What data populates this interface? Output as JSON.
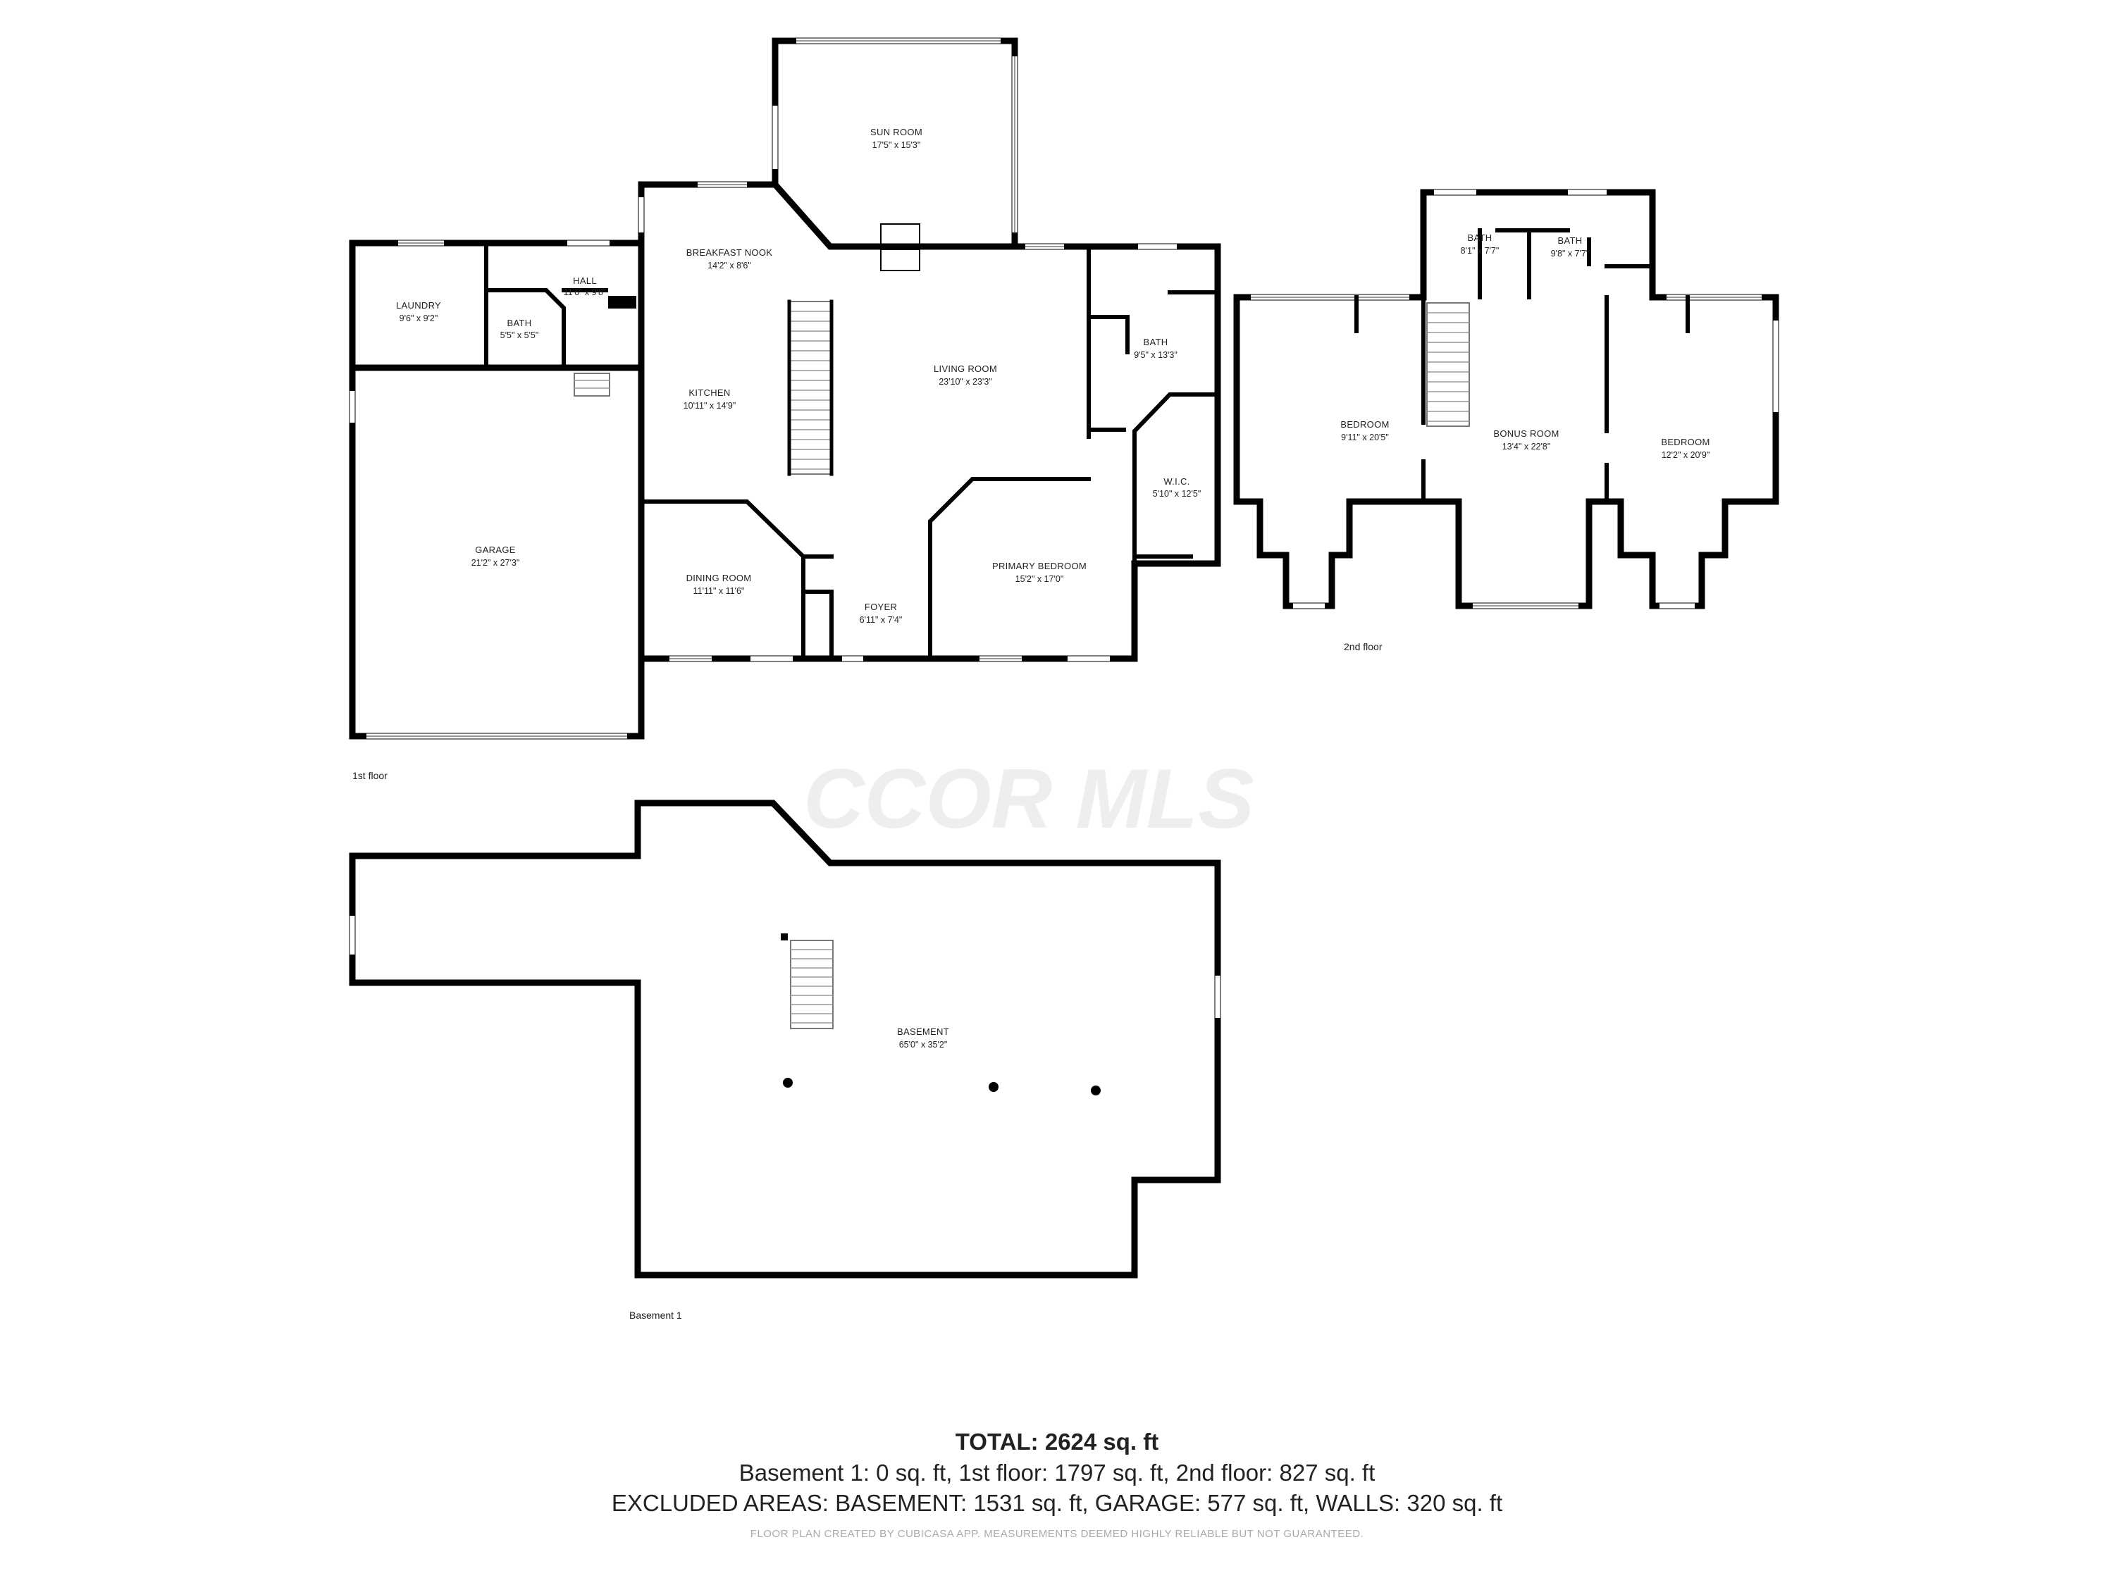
{
  "watermark": "CCOR MLS",
  "floors": {
    "first": {
      "label": "1st floor",
      "rooms": {
        "sun_room": {
          "name": "SUN ROOM",
          "dim": "17'5\" x 15'3\""
        },
        "breakfast_nook": {
          "name": "BREAKFAST NOOK",
          "dim": "14'2\" x 8'6\""
        },
        "hall": {
          "name": "HALL",
          "dim": "11'6\" x 9'8\""
        },
        "laundry": {
          "name": "LAUNDRY",
          "dim": "9'6\" x 9'2\""
        },
        "bath_small": {
          "name": "BATH",
          "dim": "5'5\" x 5'5\""
        },
        "kitchen": {
          "name": "KITCHEN",
          "dim": "10'11\" x 14'9\""
        },
        "living_room": {
          "name": "LIVING ROOM",
          "dim": "23'10\" x 23'3\""
        },
        "bath_primary": {
          "name": "BATH",
          "dim": "9'5\" x 13'3\""
        },
        "wic": {
          "name": "W.I.C.",
          "dim": "5'10\" x 12'5\""
        },
        "garage": {
          "name": "GARAGE",
          "dim": "21'2\" x 27'3\""
        },
        "dining_room": {
          "name": "DINING ROOM",
          "dim": "11'11\" x 11'6\""
        },
        "foyer": {
          "name": "FOYER",
          "dim": "6'11\" x 7'4\""
        },
        "primary_bedroom": {
          "name": "PRIMARY BEDROOM",
          "dim": "15'2\" x 17'0\""
        }
      }
    },
    "second": {
      "label": "2nd floor",
      "rooms": {
        "bath_left": {
          "name": "BATH",
          "dim": "8'1\" x 7'7\""
        },
        "bath_right": {
          "name": "BATH",
          "dim": "9'8\" x 7'7\""
        },
        "bedroom_left": {
          "name": "BEDROOM",
          "dim": "9'11\" x 20'5\""
        },
        "bonus_room": {
          "name": "BONUS ROOM",
          "dim": "13'4\" x 22'8\""
        },
        "bedroom_right": {
          "name": "BEDROOM",
          "dim": "12'2\" x 20'9\""
        }
      }
    },
    "basement": {
      "label": "Basement 1",
      "rooms": {
        "basement": {
          "name": "BASEMENT",
          "dim": "65'0\" x 35'2\""
        }
      }
    }
  },
  "summary": {
    "total": "TOTAL: 2624 sq. ft",
    "breakdown": "Basement 1: 0 sq. ft, 1st floor: 1797 sq. ft, 2nd floor: 827 sq. ft",
    "excluded": "EXCLUDED AREAS: BASEMENT: 1531 sq. ft, GARAGE: 577 sq. ft, WALLS: 320 sq. ft",
    "disclaimer": "FLOOR PLAN CREATED BY CUBICASA APP. MEASUREMENTS DEEMED HIGHLY RELIABLE BUT NOT GUARANTEED."
  }
}
